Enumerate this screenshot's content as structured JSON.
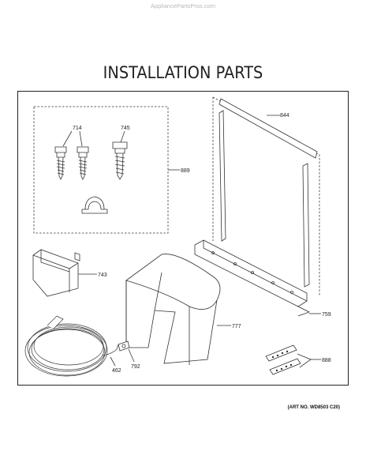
{
  "watermark": "AppliancePartsPros.com",
  "title": "INSTALLATION PARTS",
  "art_number": "(ART NO. WD8503 C20)",
  "part_labels": {
    "p714": "714",
    "p745": "745",
    "p889": "889",
    "p844": "844",
    "p743": "743",
    "p777": "777",
    "p759": "759",
    "p888": "888",
    "p792": "792",
    "p462": "462"
  }
}
